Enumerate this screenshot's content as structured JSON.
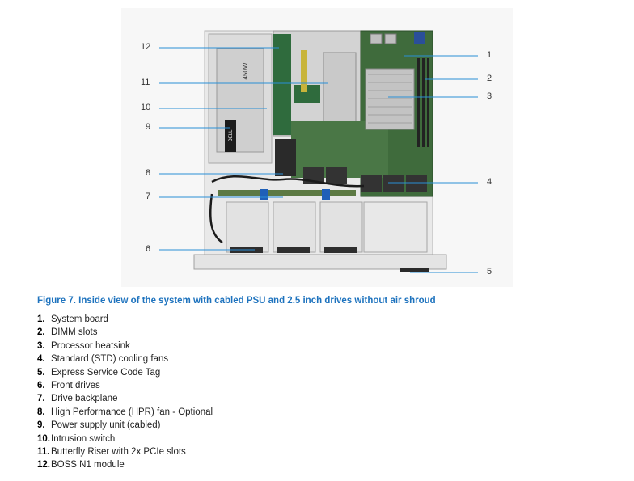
{
  "figure": {
    "callouts": [
      "12",
      "11",
      "10",
      "9",
      "8",
      "7",
      "6",
      "1",
      "2",
      "3",
      "4",
      "5"
    ],
    "psu_label": "450W",
    "psu_brand": "DELL"
  },
  "caption": "Figure 7. Inside view of the system with cabled PSU and 2.5 inch drives without air shroud",
  "legend": [
    {
      "num": "1.",
      "text": "System board"
    },
    {
      "num": "2.",
      "text": "DIMM slots"
    },
    {
      "num": "3.",
      "text": "Processor heatsink"
    },
    {
      "num": "4.",
      "text": "Standard (STD) cooling fans"
    },
    {
      "num": "5.",
      "text": "Express Service Code Tag"
    },
    {
      "num": "6.",
      "text": "Front drives"
    },
    {
      "num": "7.",
      "text": "Drive backplane"
    },
    {
      "num": "8.",
      "text": "High Performance (HPR) fan - Optional"
    },
    {
      "num": "9.",
      "text": "Power supply unit (cabled)"
    },
    {
      "num": "10.",
      "text": "Intrusion switch"
    },
    {
      "num": "11.",
      "text": "Butterfly Riser with 2x PCIe slots"
    },
    {
      "num": "12.",
      "text": "BOSS N1 module"
    }
  ]
}
